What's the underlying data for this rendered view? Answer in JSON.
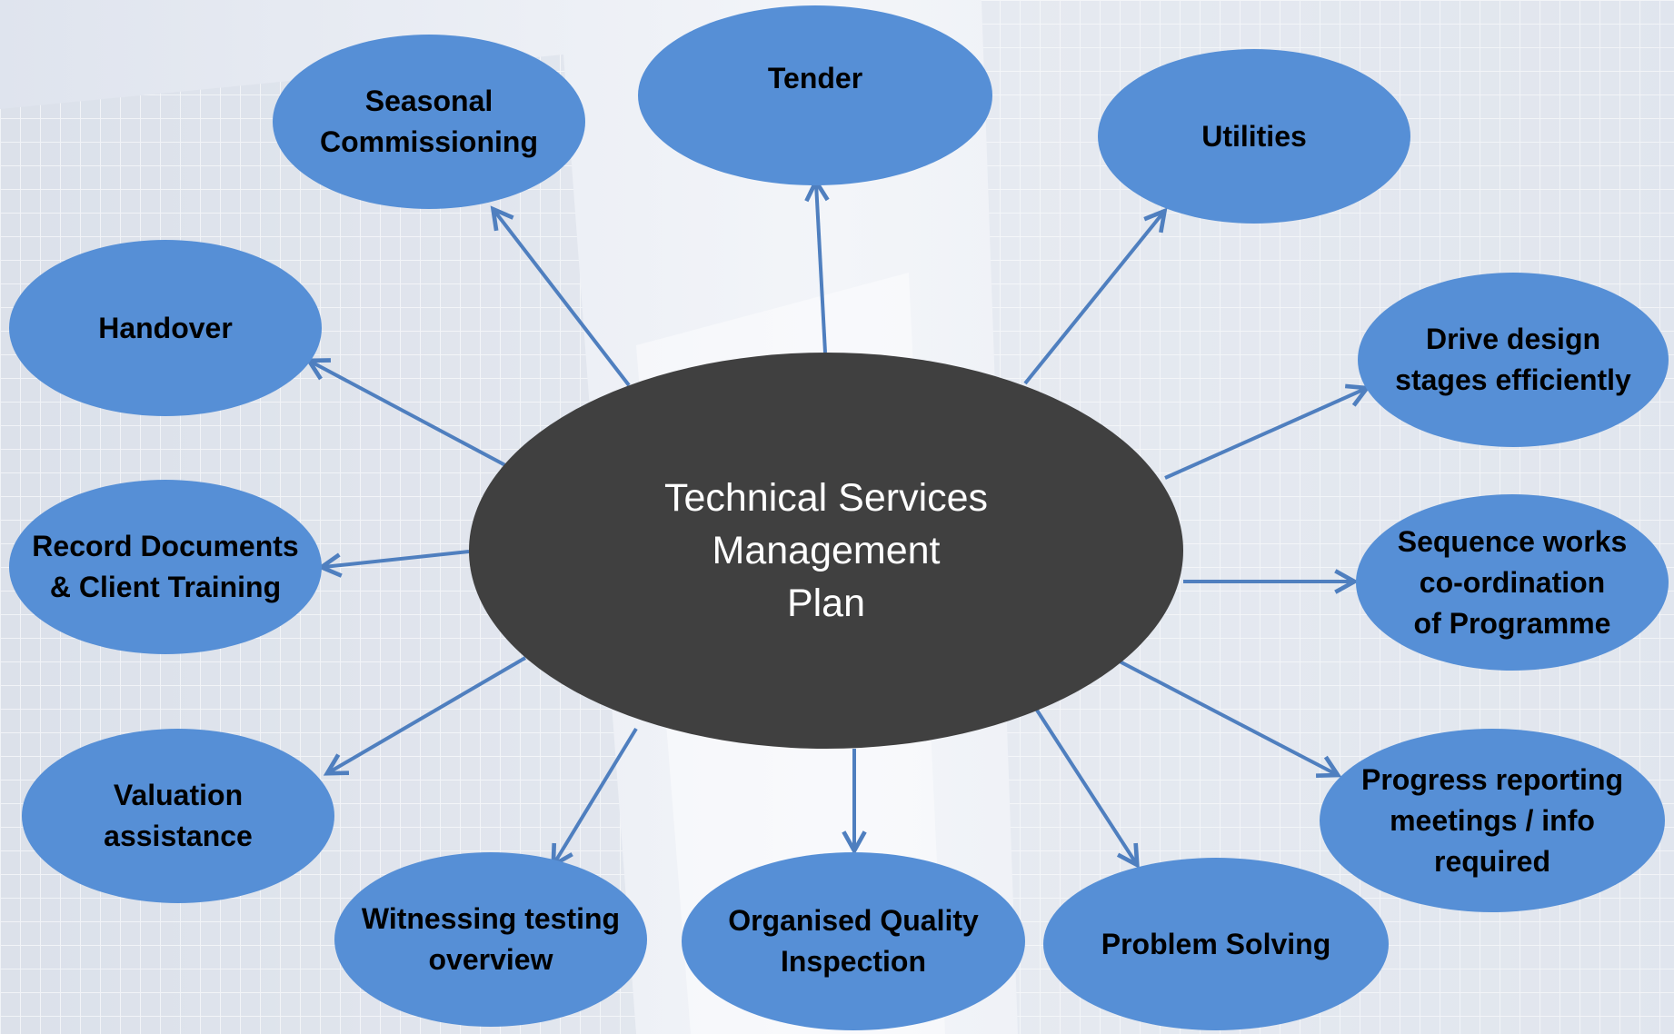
{
  "center": {
    "label": "Technical Services\nManagement\nPlan"
  },
  "nodes": [
    {
      "id": "tender",
      "label": "Tender"
    },
    {
      "id": "utilities",
      "label": "Utilities"
    },
    {
      "id": "drive-design",
      "label": "Drive design\nstages efficiently"
    },
    {
      "id": "sequence-works",
      "label": "Sequence works\nco-ordination\nof Programme"
    },
    {
      "id": "progress-reporting",
      "label": "Progress reporting\nmeetings / info\nrequired"
    },
    {
      "id": "problem-solving",
      "label": "Problem Solving"
    },
    {
      "id": "quality-inspection",
      "label": "Organised Quality\nInspection"
    },
    {
      "id": "witnessing-testing",
      "label": "Witnessing testing\noverview"
    },
    {
      "id": "valuation",
      "label": "Valuation\nassistance"
    },
    {
      "id": "record-documents",
      "label": "Record Documents\n& Client Training"
    },
    {
      "id": "handover",
      "label": "Handover"
    },
    {
      "id": "seasonal-commissioning",
      "label": "Seasonal\nCommissioning"
    }
  ],
  "colors": {
    "node_fill": "#568fd6",
    "center_fill": "#404040",
    "arrow": "#4f7fbf",
    "background": "#eef1f6"
  }
}
